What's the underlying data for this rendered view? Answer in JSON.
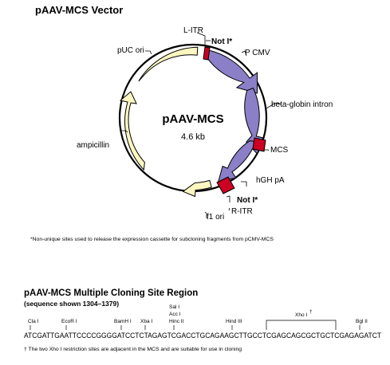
{
  "vector_title": "pAAV-MCS Vector",
  "plasmid": {
    "name": "pAAV-MCS",
    "size": "4.6 kb"
  },
  "features": {
    "litr": "L-ITR",
    "not1_top": "Not I*",
    "pcmv": "P CMV",
    "beta_globin": "beta-globin intron",
    "mcs": "MCS",
    "hgh_pa": "hGH pA",
    "not1_bottom": "Not I*",
    "ritr": "R-ITR",
    "f1_ori": "f1 ori",
    "ampicillin": "ampicillin",
    "puc_ori": "pUC ori"
  },
  "colors": {
    "purple": "#8b7fc7",
    "yellow": "#fbf7c0",
    "red": "#cc0022",
    "outline": "#000000"
  },
  "footnote_top": "*Non-unique sites used to release the expression cassette for subcloning fragments from pCMV-MCS",
  "mcs_region": {
    "title": "pAAV-MCS Multiple Cloning Site Region",
    "subtitle": "(sequence shown 1304–1379)",
    "sites": {
      "cla1": "Cla I",
      "ecor1": "EcoR I",
      "bamh1": "BamH I",
      "xba1": "Xba I",
      "sal1": "Sal I",
      "acc1": "Acc I",
      "hinc2": "Hinc II",
      "hind3": "Hind III",
      "xho1": "Xho I",
      "xho1_mark": "†",
      "bgl2": "Bgl II"
    },
    "sequence": "ATCGATTGAATTCCCCGGGGATCCTCTAGAGTCGACCTGCAGAAGCTTGCCTCGAGCAGCGCTGCTCGAGAGATCT",
    "footnote": "† The two Xho I restriction sites are adjacent in the MCS and are suitable for use in cloning"
  }
}
